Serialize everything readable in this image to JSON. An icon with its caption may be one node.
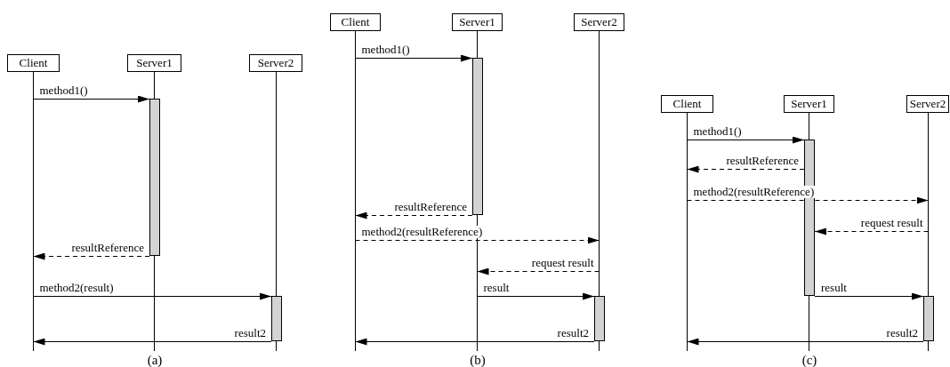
{
  "diagram": {
    "nodes": [
      {
        "text": [
          "Client"
        ]
      },
      {
        "text": [
          "Server1"
        ]
      },
      {
        "text": [
          "Server2"
        ]
      },
      {
        "text": [],
        "shape": "bar",
        "in": 1
      },
      {
        "text": [],
        "shape": "bar",
        "in": 2
      },
      {
        "text": [
          "Client"
        ]
      },
      {
        "text": [
          "Server1"
        ]
      },
      {
        "text": [
          "Server2"
        ]
      },
      {
        "text": [],
        "shape": "bar",
        "in": 6
      },
      {
        "text": [],
        "shape": "bar",
        "in": 7
      },
      {
        "text": [
          "Client"
        ]
      },
      {
        "text": [
          "Server1"
        ]
      },
      {
        "text": [
          "Server2"
        ]
      },
      {
        "text": [],
        "shape": "bar",
        "in": 11
      },
      {
        "text": [],
        "shape": "bar",
        "in": 12
      }
    ],
    "edges": [
      {
        "from": 0,
        "to": 3,
        "arrow": "to",
        "label": "method1()"
      },
      {
        "from": 3,
        "to": 0,
        "arrow": "to",
        "label": "resultReference",
        "style": "dashed"
      },
      {
        "from": 0,
        "to": 4,
        "arrow": "to",
        "label": "method2(result)"
      },
      {
        "from": 4,
        "to": 0,
        "arrow": "to",
        "label": "result2"
      },
      {
        "from": 5,
        "to": 8,
        "arrow": "to",
        "label": "method1()"
      },
      {
        "from": 8,
        "to": 5,
        "arrow": "to",
        "label": "resultReference",
        "style": "dashed"
      },
      {
        "from": 5,
        "to": 7,
        "arrow": "to",
        "label": "method2(resultReference)",
        "style": "dashed"
      },
      {
        "from": 7,
        "to": 6,
        "arrow": "to",
        "label": "request result",
        "style": "dashed"
      },
      {
        "from": 6,
        "to": 9,
        "arrow": "to",
        "label": "result"
      },
      {
        "from": 9,
        "to": 5,
        "arrow": "to",
        "label": "result2"
      },
      {
        "from": 10,
        "to": 13,
        "arrow": "to",
        "label": "method1()"
      },
      {
        "from": 13,
        "to": 10,
        "arrow": "to",
        "label": "resultReference",
        "style": "dashed"
      },
      {
        "from": 10,
        "to": 12,
        "arrow": "to",
        "label": "method2(resultReference)",
        "style": "dashed"
      },
      {
        "from": 12,
        "to": 13,
        "arrow": "to",
        "label": "request result",
        "style": "dashed"
      },
      {
        "from": 13,
        "to": 14,
        "arrow": "to",
        "label": "result"
      },
      {
        "from": 14,
        "to": 10,
        "arrow": "to",
        "label": "result2"
      }
    ],
    "labels": [
      "(a)",
      "(b)",
      "(c)"
    ]
  }
}
